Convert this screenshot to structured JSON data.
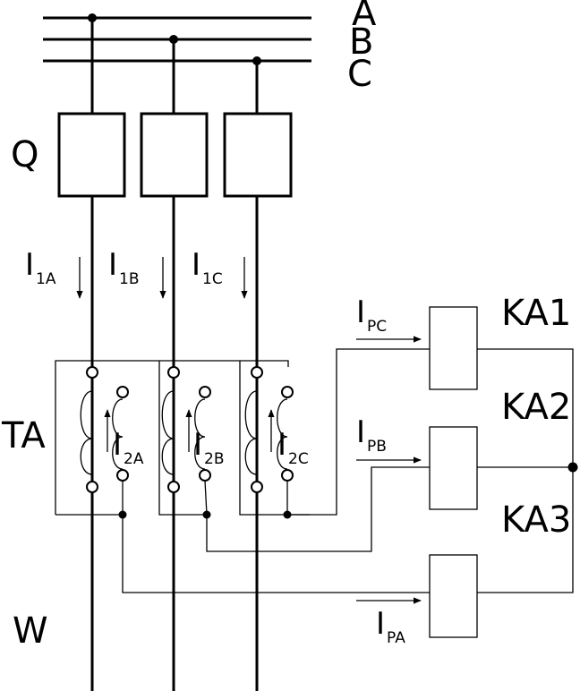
{
  "phases": {
    "a": "A",
    "b": "B",
    "c": "C"
  },
  "labels": {
    "breaker": "Q",
    "transformers": "TA",
    "line": "W"
  },
  "primary_currents": [
    {
      "main": "I",
      "sub": "1A"
    },
    {
      "main": "I",
      "sub": "1B"
    },
    {
      "main": "I",
      "sub": "1C"
    }
  ],
  "secondary_currents": [
    {
      "main": "I",
      "sub": "2A"
    },
    {
      "main": "I",
      "sub": "2B"
    },
    {
      "main": "I",
      "sub": "2C"
    }
  ],
  "relay_currents": [
    {
      "main": "I",
      "sub": "PC"
    },
    {
      "main": "I",
      "sub": "PB"
    },
    {
      "main": "I",
      "sub": "PA"
    }
  ],
  "relays": [
    "KA1",
    "KA2",
    "KA3"
  ]
}
